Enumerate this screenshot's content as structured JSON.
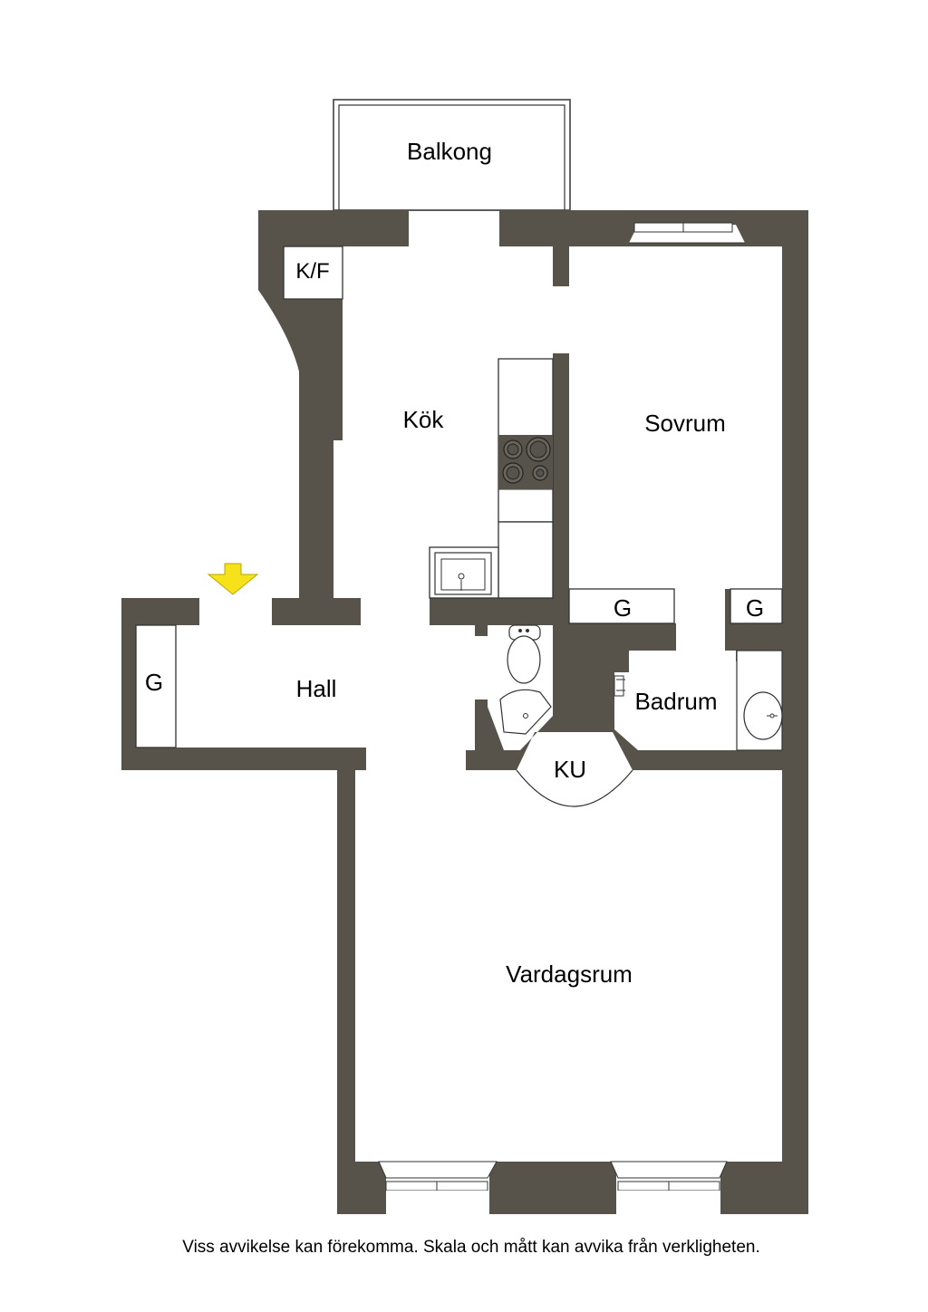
{
  "rooms": {
    "balcony": "Balkong",
    "fridge_freezer": "K/F",
    "kitchen": "Kök",
    "bedroom": "Sovrum",
    "hall": "Hall",
    "bathroom": "Badrum",
    "cabinet_unit": "KU",
    "living_room": "Vardagsrum",
    "wardrobe_hall": "G",
    "wardrobe_bedroom_1": "G",
    "wardrobe_bedroom_2": "G"
  },
  "footer": {
    "disclaimer": "Viss avvikelse kan förekomma. Skala och mått kan avvika från verkligheten."
  },
  "colors": {
    "wall": "#58534a",
    "entrance_arrow": "#f5e21a",
    "background": "#ffffff"
  },
  "icons": [
    "entrance-arrow-icon",
    "stove-icon",
    "sink-icon",
    "toilet-icon",
    "shower-icon",
    "washbasin-icon",
    "faucet-icon"
  ]
}
